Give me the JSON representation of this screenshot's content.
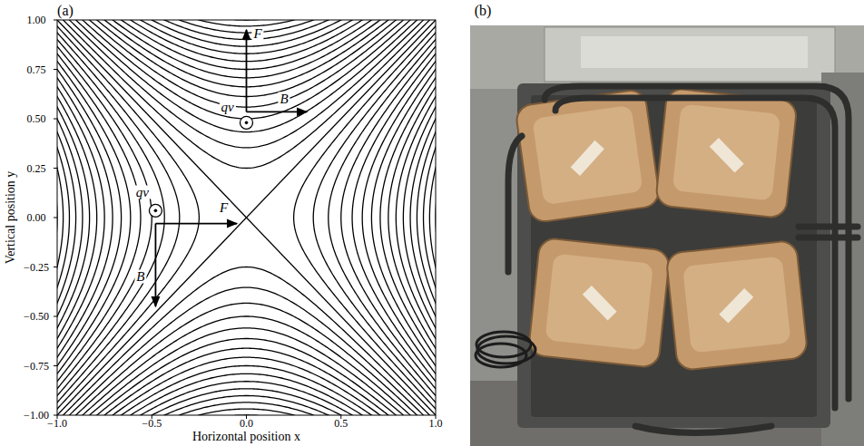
{
  "diagram": {
    "labels": [
      "(a)",
      "(b)",
      "1.00",
      "0.75",
      "0.50",
      "0.25",
      "0.00",
      "−0.25",
      "−0.50",
      "−0.75",
      "−1.00",
      "−1.0",
      "−0.5",
      "0.0",
      "0.5",
      "1.0",
      "Vertical position y",
      "Horizontal position x",
      "qv",
      "F",
      "B",
      "qv",
      "F",
      "B"
    ]
  }
}
